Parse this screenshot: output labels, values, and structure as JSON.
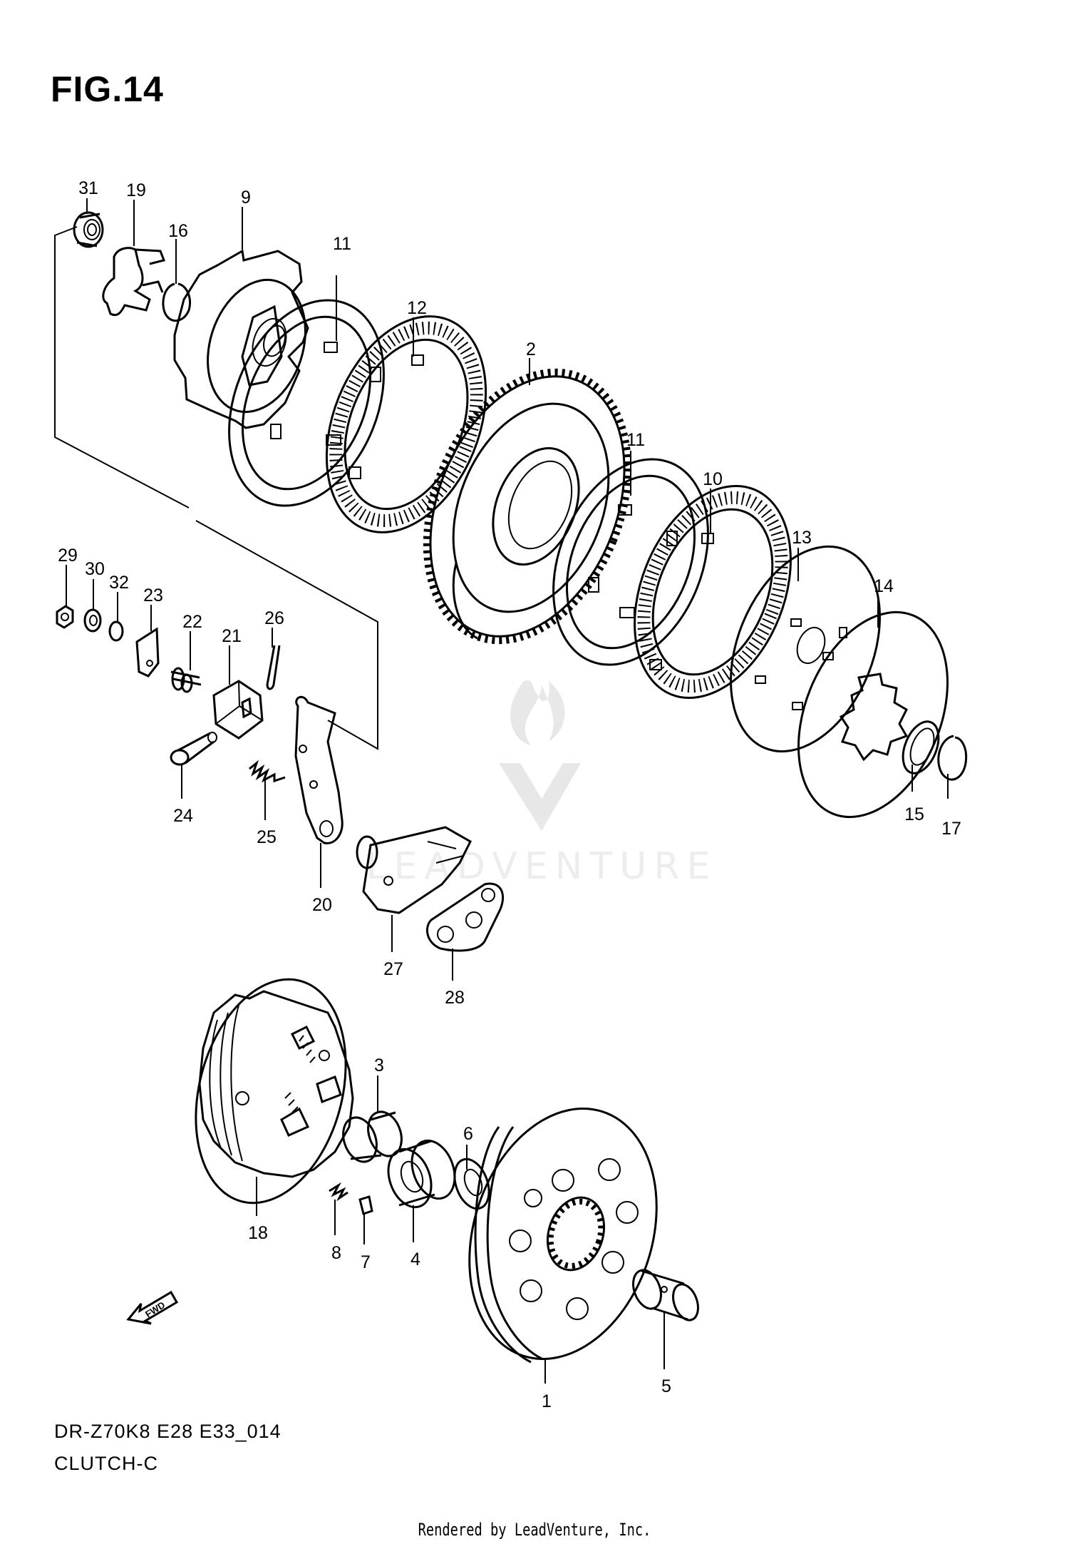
{
  "figure": {
    "title": "FIG.14",
    "code": "DR-Z70K8 E28 E33_014",
    "name": "CLUTCH-C",
    "credit": "Rendered by LeadVenture, Inc.",
    "watermark": "LEADVENTURE"
  },
  "callouts": [
    {
      "id": "c31",
      "label": "31"
    },
    {
      "id": "c19",
      "label": "19"
    },
    {
      "id": "c9",
      "label": "9"
    },
    {
      "id": "c16",
      "label": "16"
    },
    {
      "id": "c11a",
      "label": "11"
    },
    {
      "id": "c12",
      "label": "12"
    },
    {
      "id": "c2",
      "label": "2"
    },
    {
      "id": "c11b",
      "label": "11"
    },
    {
      "id": "c10",
      "label": "10"
    },
    {
      "id": "c13",
      "label": "13"
    },
    {
      "id": "c14",
      "label": "14"
    },
    {
      "id": "c15",
      "label": "15"
    },
    {
      "id": "c17",
      "label": "17"
    },
    {
      "id": "c29",
      "label": "29"
    },
    {
      "id": "c30",
      "label": "30"
    },
    {
      "id": "c32",
      "label": "32"
    },
    {
      "id": "c23",
      "label": "23"
    },
    {
      "id": "c22",
      "label": "22"
    },
    {
      "id": "c21",
      "label": "21"
    },
    {
      "id": "c26",
      "label": "26"
    },
    {
      "id": "c24",
      "label": "24"
    },
    {
      "id": "c25",
      "label": "25"
    },
    {
      "id": "c20",
      "label": "20"
    },
    {
      "id": "c27",
      "label": "27"
    },
    {
      "id": "c28",
      "label": "28"
    },
    {
      "id": "c3",
      "label": "3"
    },
    {
      "id": "c6",
      "label": "6"
    },
    {
      "id": "c18",
      "label": "18"
    },
    {
      "id": "c8",
      "label": "8"
    },
    {
      "id": "c7",
      "label": "7"
    },
    {
      "id": "c4",
      "label": "4"
    },
    {
      "id": "c1",
      "label": "1"
    },
    {
      "id": "c5",
      "label": "5"
    }
  ],
  "fwd_label": "FWD"
}
